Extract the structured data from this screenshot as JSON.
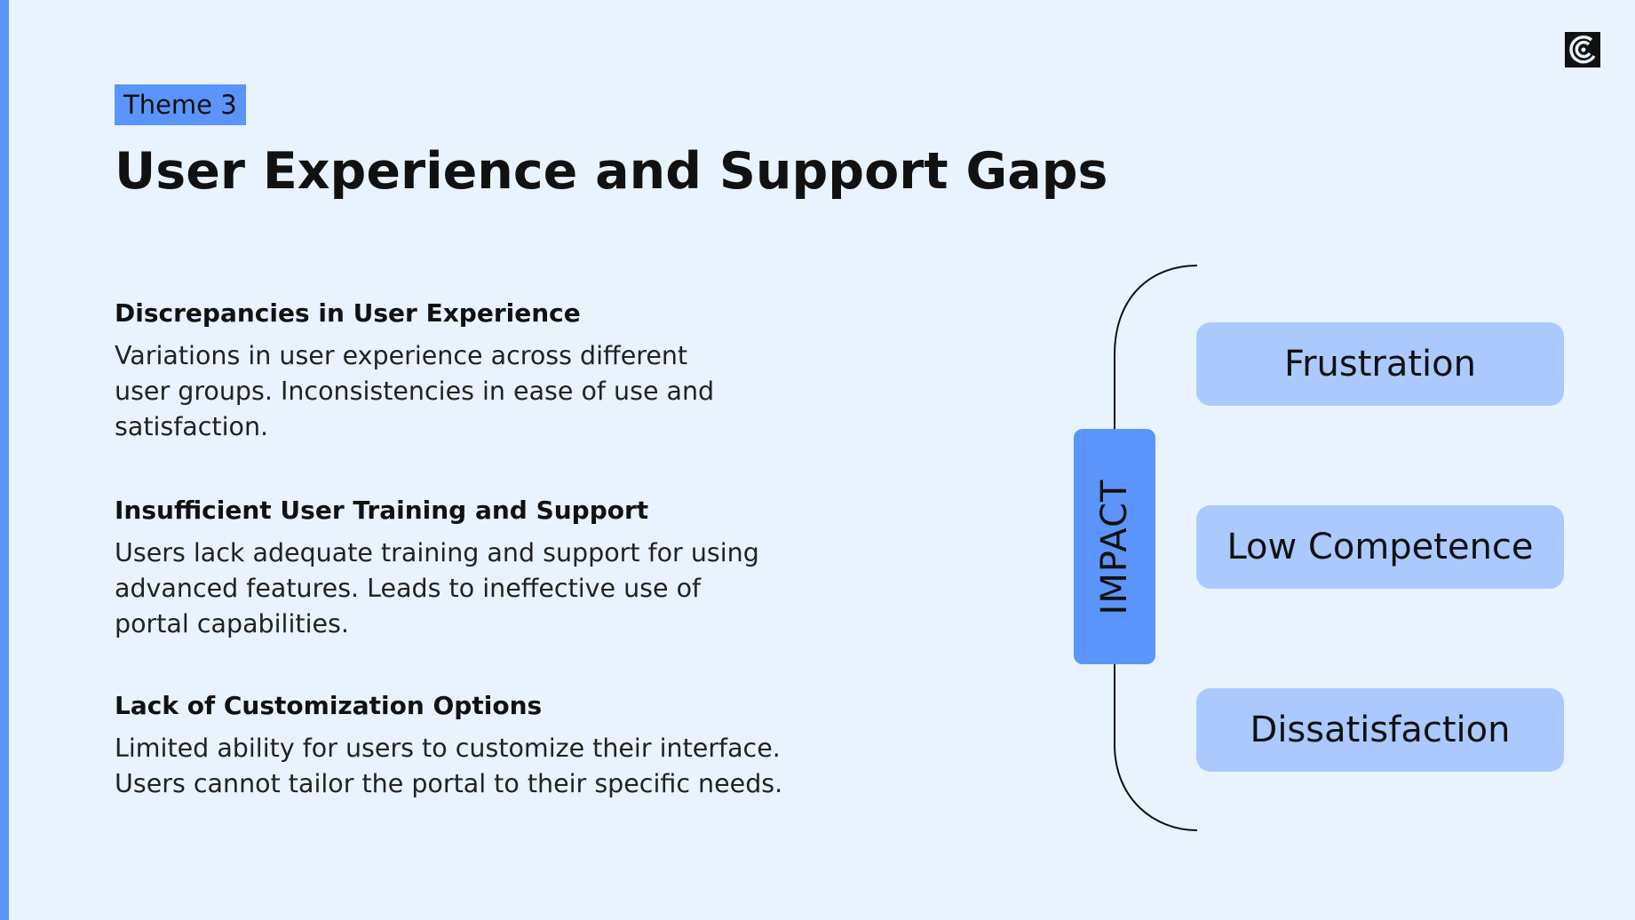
{
  "theme_tag": "Theme 3",
  "title": "User Experience and Support Gaps",
  "sections": [
    {
      "heading": "Discrepancies in User Experience",
      "lines": [
        "Variations in user experience across different",
        "user groups. Inconsistencies in ease of use and",
        "satisfaction."
      ]
    },
    {
      "heading": "Insufficient User Training and Support",
      "lines": [
        "Users lack adequate training and support for using",
        "advanced features. Leads to ineffective use of",
        "portal capabilities."
      ]
    },
    {
      "heading": "Lack of Customization Options",
      "lines": [
        "Limited ability for users to customize their interface.",
        "Users cannot tailor the portal to their specific needs."
      ]
    }
  ],
  "impact": {
    "label": "IMPACT",
    "items": [
      "Frustration",
      "Low Competence",
      "Dissatisfaction"
    ]
  },
  "colors": {
    "background": "#e8f3fd",
    "accent": "#5b95fb",
    "pill": "#abc9fd"
  },
  "icons": [
    "logo-icon"
  ]
}
